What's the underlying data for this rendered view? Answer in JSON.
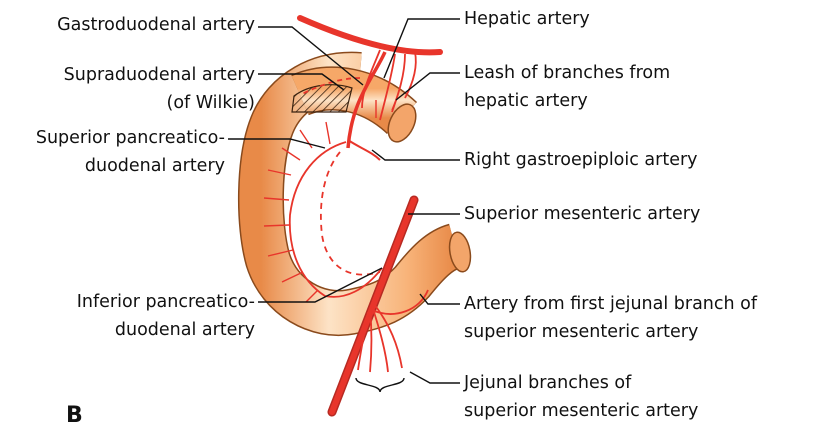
{
  "labels": {
    "gastroduodenal": "Gastroduodenal artery",
    "supraduodenal_1": "Supraduodenal artery",
    "supraduodenal_2": "(of Wilkie)",
    "superior_pd_1": "Superior pancreatico-",
    "superior_pd_2": "duodenal artery",
    "inferior_pd_1": "Inferior pancreatico-",
    "inferior_pd_2": "duodenal artery",
    "hepatic": "Hepatic artery",
    "leash_1": "Leash of branches from",
    "leash_2": "hepatic artery",
    "right_gastroepiploic": "Right gastroepiploic artery",
    "superior_mesenteric": "Superior mesenteric artery",
    "first_jejunal_1": "Artery from first jejunal branch of",
    "first_jejunal_2": "superior mesenteric artery",
    "jejunal_1": "Jejunal branches of",
    "jejunal_2": "superior mesenteric artery"
  },
  "panel_letter": "B",
  "colors": {
    "artery": "#e8352b",
    "duodenum_light": "#fde3c6",
    "duodenum_mid": "#f8b47a",
    "duodenum_dark": "#e88a48",
    "outline": "#8a4a1c",
    "leader": "#111111"
  }
}
